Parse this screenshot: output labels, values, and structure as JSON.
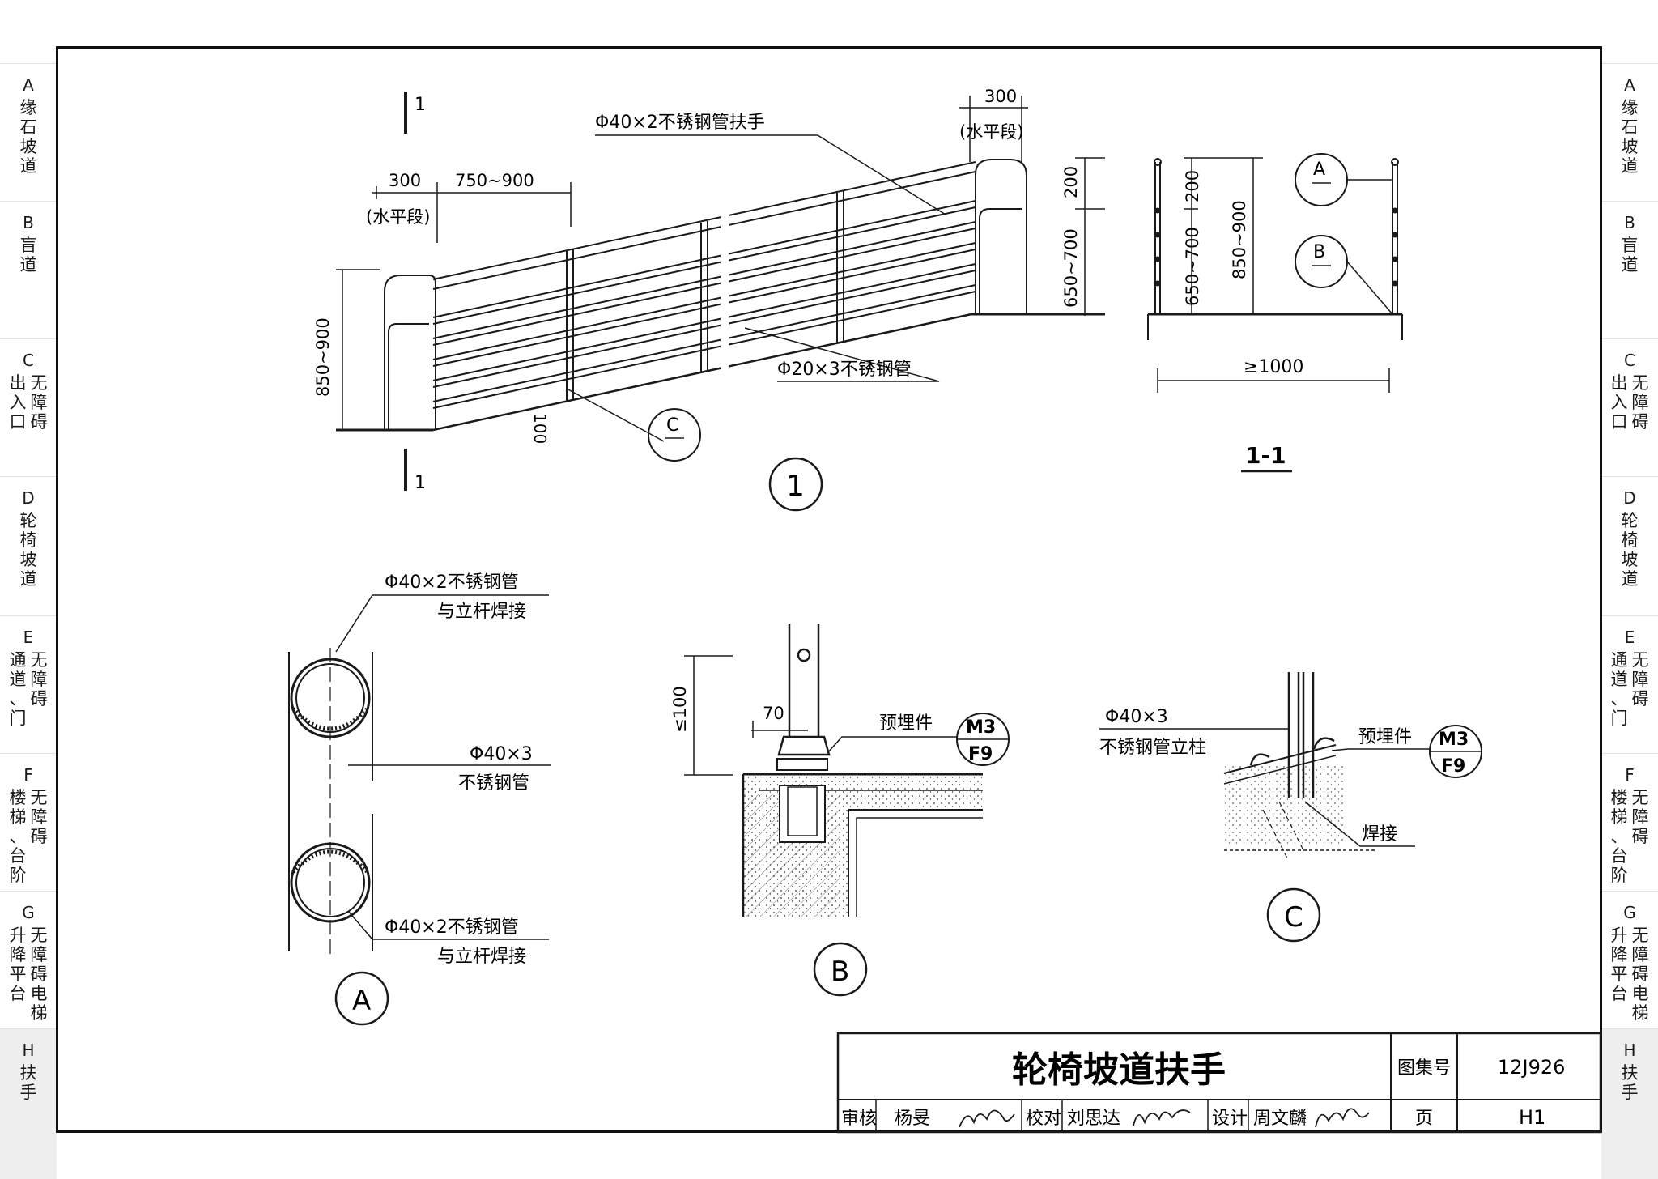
{
  "side_tabs": [
    {
      "letter": "A",
      "lines": [
        "缘石坡道"
      ],
      "active": false
    },
    {
      "letter": "B",
      "lines": [
        "盲道"
      ],
      "active": false
    },
    {
      "letter": "C",
      "lines": [
        "无障碍",
        "出入口"
      ],
      "active": false
    },
    {
      "letter": "D",
      "lines": [
        "轮椅坡道"
      ],
      "active": false
    },
    {
      "letter": "E",
      "lines": [
        "无障碍",
        "通道、门"
      ],
      "active": false
    },
    {
      "letter": "F",
      "lines": [
        "无障碍",
        "楼梯、台阶"
      ],
      "active": false
    },
    {
      "letter": "G",
      "lines": [
        "无障碍电梯",
        "升降平台"
      ],
      "active": false
    },
    {
      "letter": "H",
      "lines": [
        "扶手"
      ],
      "active": true
    }
  ],
  "elevation": {
    "label_top_rail": "Φ40×2不锈钢管扶手",
    "label_lower_rails": "Φ20×3不锈钢管",
    "dim_left_horizontal": "300",
    "dim_left_horizontal_note": "(水平段)",
    "dim_span": "750~900",
    "dim_right_horizontal": "300",
    "dim_right_horizontal_note": "(水平段)",
    "dim_height_left": "850~900",
    "dim_top_gap": "200",
    "dim_lower_height": "650~700",
    "dim_gap": "100",
    "section_mark": "1",
    "callout_c_letter": "C",
    "callout_c_dash": "—",
    "view_number": "1"
  },
  "section_1_1": {
    "dim_top_gap": "200",
    "dim_lower_height": "650~700",
    "dim_total": "850~900",
    "dim_width": "≥1000",
    "callout_a_letter": "A",
    "callout_b_letter": "B",
    "callout_dash": "—",
    "title": "1-1"
  },
  "detail_a": {
    "label_top_1": "Φ40×2不锈钢管",
    "label_top_2": "与立杆焊接",
    "label_mid_1": "Φ40×3",
    "label_mid_2": "不锈钢管",
    "label_bot_1": "Φ40×2不锈钢管",
    "label_bot_2": "与立杆焊接",
    "view_letter": "A"
  },
  "detail_b": {
    "dim_height": "≤100",
    "dim_offset": "70",
    "label_embed": "预埋件",
    "ref_top": "M3",
    "ref_bot": "F9",
    "view_letter": "B"
  },
  "detail_c": {
    "label_post_1": "Φ40×3",
    "label_post_2": "不锈钢管立柱",
    "label_embed": "预埋件",
    "label_weld": "焊接",
    "ref_top": "M3",
    "ref_bot": "F9",
    "view_letter": "C"
  },
  "title_block": {
    "title": "轮椅坡道扶手",
    "atlas_label": "图集号",
    "atlas_no": "12J926",
    "page_label": "页",
    "page_no": "H1",
    "review_label": "审核",
    "review_name": "杨旻",
    "check_label": "校对",
    "check_name": "刘思达",
    "design_label": "设计",
    "design_name": "周文麟"
  }
}
